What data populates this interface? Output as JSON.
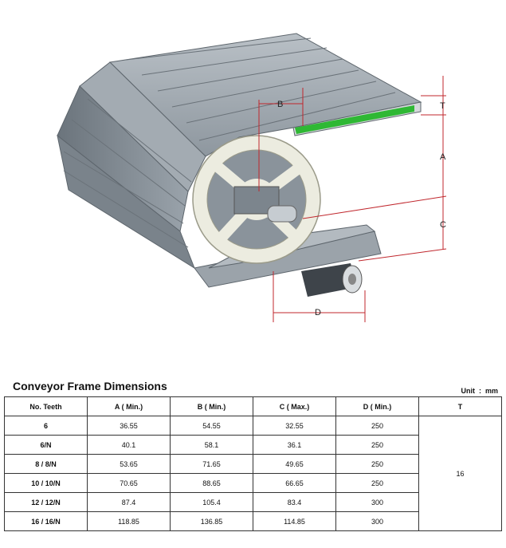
{
  "diagram": {
    "labels": {
      "b": "B",
      "t": "T",
      "a": "A",
      "c": "C",
      "d": "D"
    },
    "colors": {
      "belt": "#9aa3ab",
      "belt_dark": "#6e7780",
      "sprocket": "#ecece0",
      "profile": "#2fb834",
      "dimension": "#c0272d"
    }
  },
  "table": {
    "title": "Conveyor Frame Dimensions",
    "unit": "Unit  :  mm",
    "headers": [
      "No. Teeth",
      "A ( Min.)",
      "B ( Min.)",
      "C ( Max.)",
      "D ( Min.)",
      "T"
    ],
    "rows": [
      [
        "6",
        "36.55",
        "54.55",
        "32.55",
        "250"
      ],
      [
        "6/N",
        "40.1",
        "58.1",
        "36.1",
        "250"
      ],
      [
        "8 / 8/N",
        "53.65",
        "71.65",
        "49.65",
        "250"
      ],
      [
        "10 / 10/N",
        "70.65",
        "88.65",
        "66.65",
        "250"
      ],
      [
        "12 / 12/N",
        "87.4",
        "105.4",
        "83.4",
        "300"
      ],
      [
        "16 / 16/N",
        "118.85",
        "136.85",
        "114.85",
        "300"
      ]
    ],
    "t_value": "16"
  }
}
